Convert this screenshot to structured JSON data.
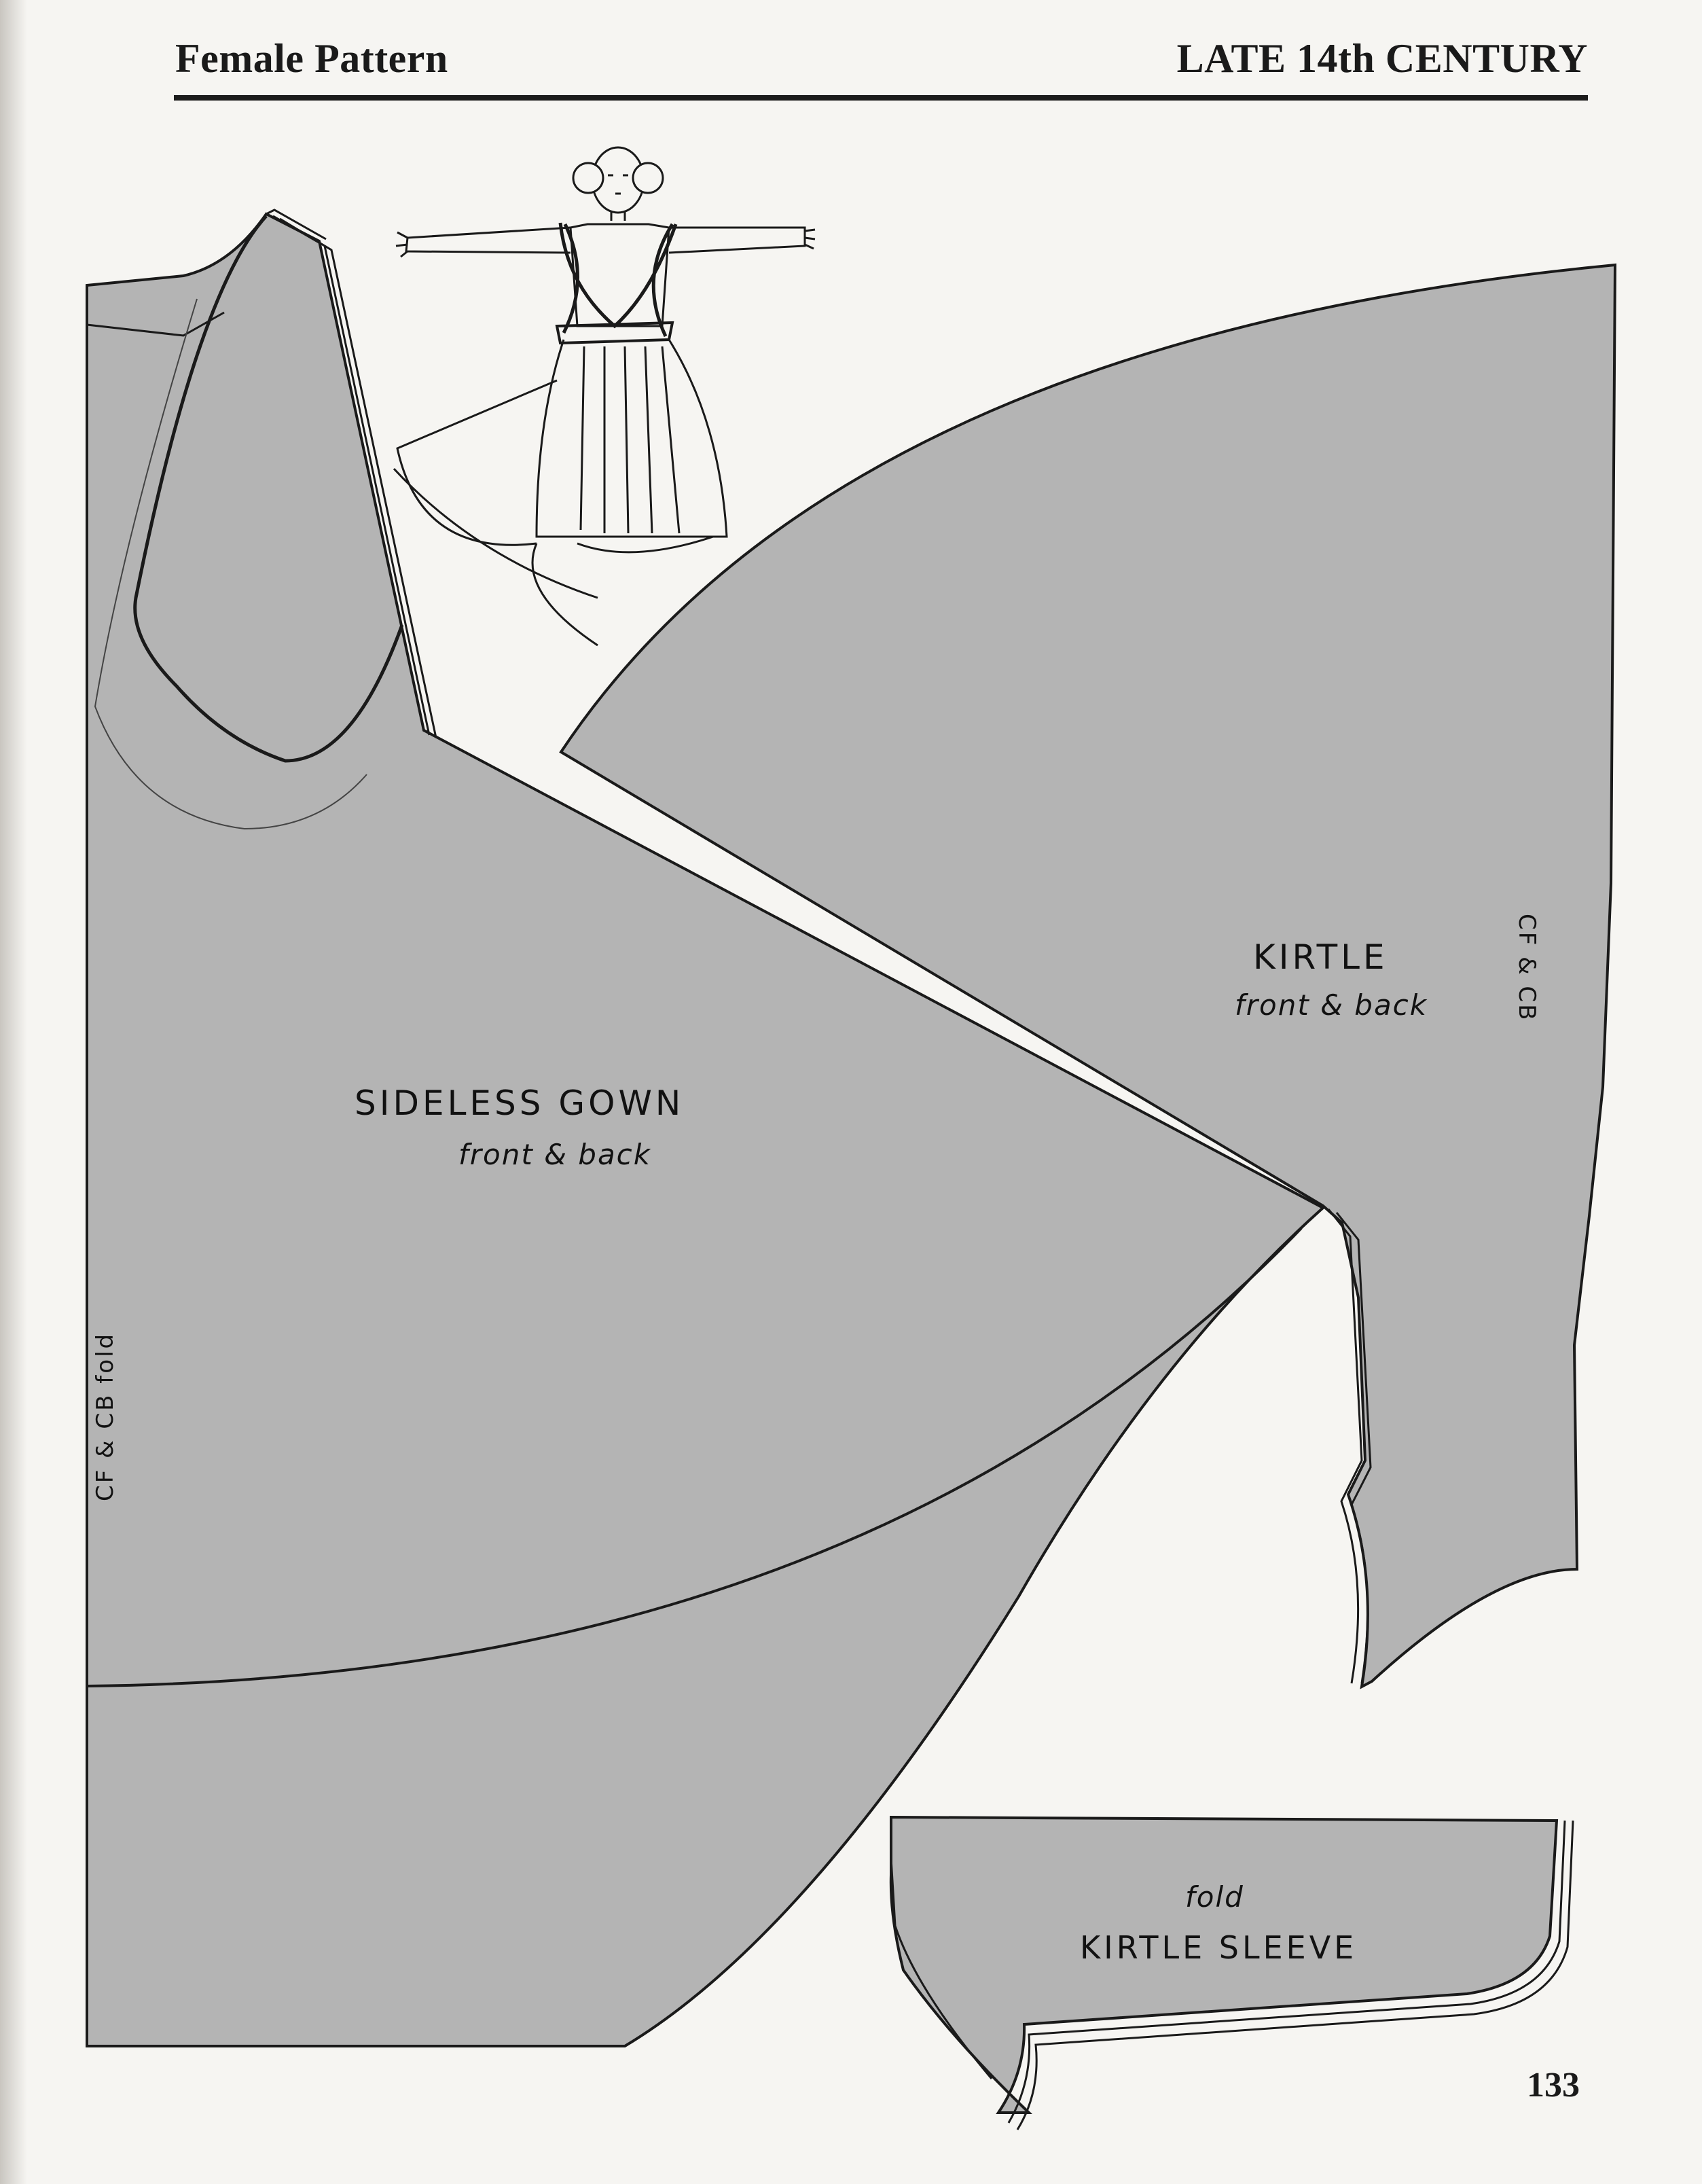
{
  "header": {
    "left_title": "Female Pattern",
    "right_title": "LATE 14th CENTURY"
  },
  "pieces": {
    "sideless_gown": {
      "title": "SIDELESS GOWN",
      "subtitle": "front & back",
      "fold_label": "CF & CB fold"
    },
    "kirtle": {
      "title": "KIRTLE",
      "subtitle": "front & back",
      "edge_label": "CF & CB"
    },
    "kirtle_sleeve": {
      "fold_label": "fold",
      "title": "KIRTLE SLEEVE"
    }
  },
  "page_number": "133",
  "colors": {
    "paper": "#f6f5f2",
    "pattern_fill": "#b4b4b4",
    "ink": "#1a1a1a"
  }
}
